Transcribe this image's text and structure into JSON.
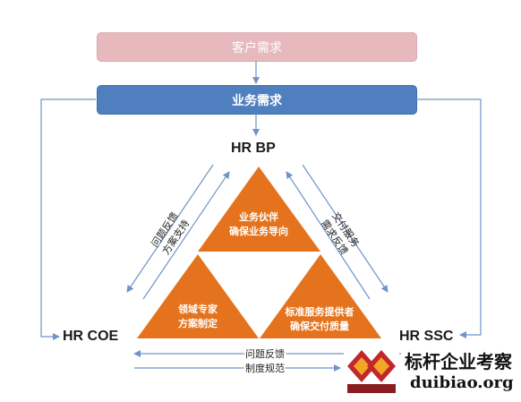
{
  "requirements": {
    "customer": "客户需求",
    "business": "业务需求"
  },
  "nodes": {
    "bp": "HR BP",
    "coe": "HR COE",
    "ssc": "HR SSC"
  },
  "triangle": {
    "top": [
      "业务伙伴",
      "确保业务导向"
    ],
    "left": [
      "领域专家",
      "方案制定"
    ],
    "right": [
      "标准服务提供者",
      "确保交付质量"
    ]
  },
  "edges": {
    "left_side": [
      "问题反馈",
      "方案支持"
    ],
    "right_side": [
      "交付服务",
      "需求反馈"
    ],
    "bottom_top": "问题反馈",
    "bottom_bottom": "制度规范"
  },
  "logo": {
    "cn": "标杆企业考察",
    "en": "duibiao.org"
  },
  "colors": {
    "customer_bar": "#e7b9bd",
    "business_bar": "#4f7fbf",
    "triangle": "#e5731d",
    "arrow": "#6f94c7"
  }
}
